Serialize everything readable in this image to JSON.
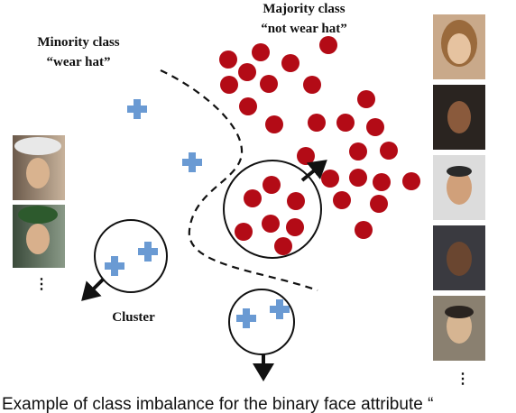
{
  "labels": {
    "minority_line1": "Minority class",
    "minority_line2": "“wear hat”",
    "majority_line1": "Majority class",
    "majority_line2": "“not wear hat”",
    "cluster": "Cluster",
    "left_ellipsis": "⋮",
    "right_ellipsis": "⋮",
    "caption": "Example of class imbalance for the binary face attribute “"
  },
  "colors": {
    "majority": "#b30b16",
    "minority": "#6a9ad3",
    "line": "#111111"
  },
  "icons": {
    "majority_point": "filled-circle",
    "minority_point": "plus",
    "cluster": "circle-outline",
    "direction": "arrow"
  }
}
